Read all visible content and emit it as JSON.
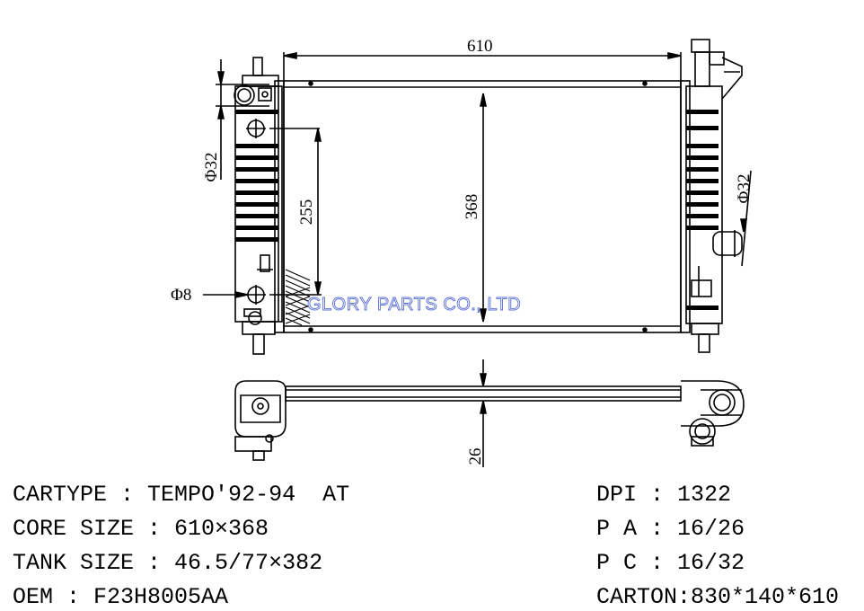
{
  "dimensions": {
    "width": "610",
    "height": "368",
    "inner_height": "255",
    "inlet_diameter": "Φ32",
    "outlet_diameter": "Φ32",
    "drain_diameter": "Φ8",
    "thickness": "26"
  },
  "watermark": "GLORY PARTS CO., LTD",
  "specs_left": [
    {
      "label": "CARTYPE",
      "value": "TEMPO'92-94  AT"
    },
    {
      "label": "CORE SIZE",
      "value": "610×368"
    },
    {
      "label": "TANK SIZE",
      "value": "46.5/77×382"
    },
    {
      "label": "OEM",
      "value": "F23H8005AA"
    }
  ],
  "specs_right": [
    {
      "label": "DPI",
      "value": "1322"
    },
    {
      "label": "P A",
      "value": "16/26"
    },
    {
      "label": "P C",
      "value": "16/32"
    },
    {
      "label": "CARTON",
      "value": "830*140*610"
    }
  ],
  "colors": {
    "line": "#000000",
    "watermark": "#5a6fd6"
  }
}
